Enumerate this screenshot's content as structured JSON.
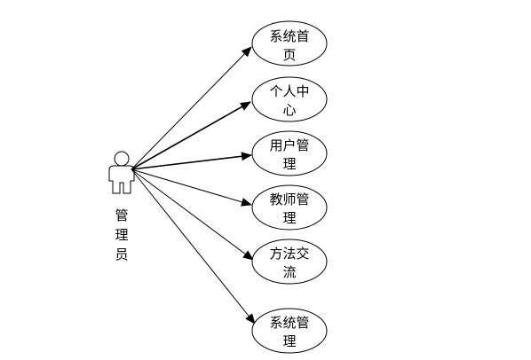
{
  "diagram": {
    "type": "use-case",
    "actor": {
      "label_lines": [
        "管",
        "理",
        "员"
      ],
      "icon": "person-icon"
    },
    "use_cases": [
      {
        "id": "system-home",
        "lines": [
          "系统首",
          "页"
        ]
      },
      {
        "id": "personal-center",
        "lines": [
          "个人中",
          "心"
        ]
      },
      {
        "id": "user-management",
        "lines": [
          "用户管",
          "理"
        ]
      },
      {
        "id": "teacher-management",
        "lines": [
          "教师管",
          "理"
        ]
      },
      {
        "id": "method-exchange",
        "lines": [
          "方法交",
          "流"
        ]
      },
      {
        "id": "system-management",
        "lines": [
          "系统管",
          "理"
        ]
      }
    ],
    "colors": {
      "stroke": "#000000",
      "fill": "#ffffff"
    }
  }
}
